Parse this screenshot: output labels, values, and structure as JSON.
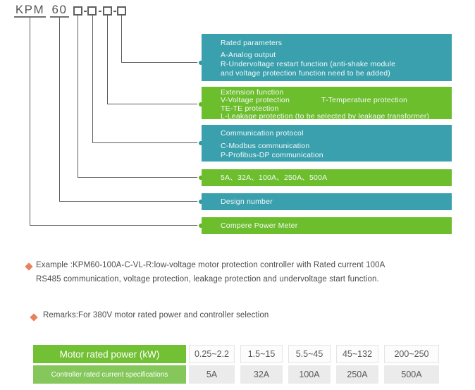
{
  "colors": {
    "teal": "#3aa0ad",
    "green": "#6cbe2c",
    "connector_line": "#5a5b5d",
    "bullet_orange": "#e8825c",
    "table_green_top": "#72c034",
    "table_green_bottom": "#85c75b",
    "cell_top_bg": "#fcfcfc",
    "cell_bottom_bg": "#ebebec",
    "body_text": "#4b4c4e"
  },
  "model_code": {
    "prefix": "KPM",
    "series": "60",
    "separator": "-",
    "placeholder_box_count": 4
  },
  "bars": {
    "rated_parameters": {
      "title": "Rated parameters",
      "line1": "A-Analog output",
      "line2": "R-Undervoltage restart function (anti-shake module",
      "line3": "and voltage protection function need to be added)"
    },
    "extension_function": {
      "title": "Extension function",
      "line1a": "V-Voltage protection",
      "line1b": "T-Temperature protection",
      "line2": "TE-TE protection",
      "line3": "L-Leakage protection (to be selected by leakage transformer)"
    },
    "communication_protocol": {
      "title": "Communication protocol",
      "line1": "C-Modbus communication",
      "line2": "P-Profibus-DP communication"
    },
    "current_rating": {
      "title": "5A、32A、100A、250A、500A"
    },
    "design_number": {
      "title": "Design number"
    },
    "product_name": {
      "title": "Compere Power Meter"
    }
  },
  "example": {
    "line1": "Example :KPM60-100A-C-VL-R:low-voltage motor protection controller with Rated current 100A",
    "line2": "RS485 communication, voltage protection, leakage protection and undervoltage start function."
  },
  "remarks": "Remarks:For 380V motor rated power and controller selection",
  "selection_table": {
    "row1_label": "Motor rated power (kW)",
    "row2_label": "Controller rated current specifications",
    "power_ranges": [
      "0.25~2.2",
      "1.5~15",
      "5.5~45",
      "45~132",
      "200~250"
    ],
    "current_specs": [
      "5A",
      "32A",
      "100A",
      "250A",
      "500A"
    ]
  }
}
